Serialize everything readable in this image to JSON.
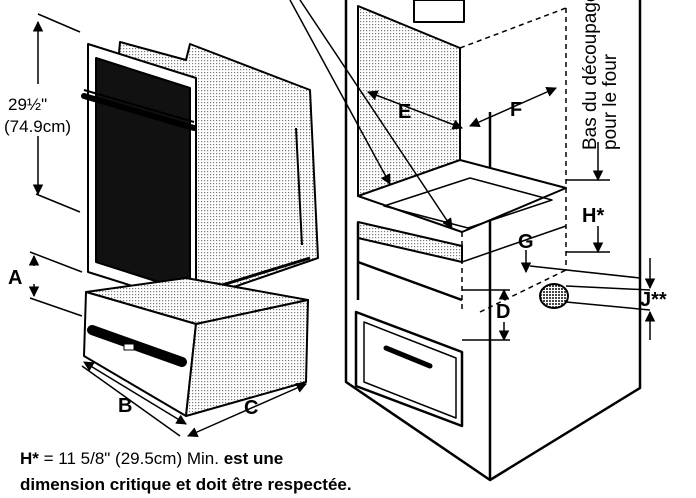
{
  "labels": {
    "A": "A",
    "B": "B",
    "C": "C",
    "D": "D",
    "E": "E",
    "F": "F",
    "G": "G",
    "H": "H*",
    "J": "J**"
  },
  "height_dim": {
    "imperial": "29½\"",
    "metric": "(74.9cm)"
  },
  "cutout_caption": {
    "line1": "Bas du découpage",
    "line2": "pour le four"
  },
  "footnote": {
    "symbol": "H*",
    "value": " = 11 5/8\" (29.5cm) Min. ",
    "emphasis": "est une",
    "line2": "dimension critique et doit être respectée."
  },
  "colors": {
    "ink": "#000000",
    "texture": "#b8b8b8",
    "background": "#ffffff"
  }
}
